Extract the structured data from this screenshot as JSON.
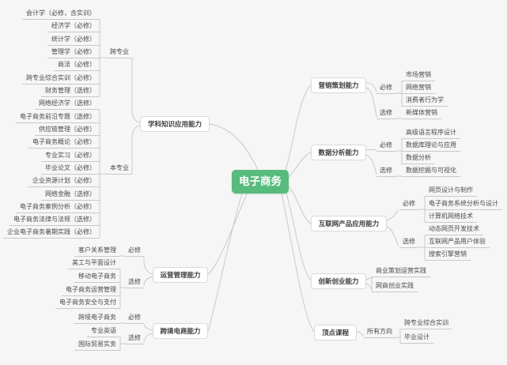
{
  "root": {
    "label": "电子商务"
  },
  "branches": {
    "subject": {
      "label": "学科知识应用能力",
      "groups": [
        {
          "label": "跨专业",
          "courses": [
            "会计学（必修，含实训）",
            "经济学（必修）",
            "统计学（必修）",
            "管理学（必修）",
            "商法（必修）",
            "跨专业综合实训（必修）",
            "财务管理（选修）"
          ]
        },
        {
          "label": "本专业",
          "courses": [
            "网络经济学（选修）",
            "电子商务前沿专题（选修）",
            "供应链管理（必修）",
            "电子商务概论（必修）",
            "专业实习（必修）",
            "毕业论文（必修）",
            "企业资源计划（必修）",
            "网络金融（选修）",
            "电子商务案例分析（必修）",
            "电子商务法律与法规（选修）",
            "企业电子商务暑期实践（必修）"
          ]
        }
      ]
    },
    "marketing": {
      "label": "营销策划能力",
      "groups": [
        {
          "label": "必修",
          "courses": [
            "市场营销",
            "网络营销",
            "消费者行为学"
          ]
        },
        {
          "label": "选修",
          "courses": [
            "新媒体营销"
          ]
        }
      ]
    },
    "data_analysis": {
      "label": "数据分析能力",
      "groups": [
        {
          "label": "必修",
          "courses": [
            "高级语言程序设计",
            "数据库理论与应用",
            "数据分析"
          ]
        },
        {
          "label": "选修",
          "courses": [
            "数据挖掘与可视化"
          ]
        }
      ]
    },
    "internet_product": {
      "label": "互联网产品应用能力",
      "groups": [
        {
          "label": "必修",
          "courses": [
            "网页设计与制作",
            "电子商务系统分析与设计",
            "计算机网络技术"
          ]
        },
        {
          "label": "选修",
          "courses": [
            "动态网页开发技术",
            "互联网产品用户体验",
            "搜索引擎营销"
          ]
        }
      ]
    },
    "innovation": {
      "label": "创新创业能力",
      "courses": [
        "商业策划运营实践",
        "网商创业实践"
      ]
    },
    "operation": {
      "label": "运营管理能力",
      "groups": [
        {
          "label": "必修",
          "courses": [
            "客户关系管理"
          ]
        },
        {
          "label": "选修",
          "courses": [
            "美工与平面设计",
            "移动电子商务",
            "电子商务运营管理",
            "电子商务安全与支付"
          ]
        }
      ]
    },
    "cross_border": {
      "label": "跨境电商能力",
      "groups": [
        {
          "label": "必修",
          "courses": [
            "跨境电子商务"
          ]
        },
        {
          "label": "选修",
          "courses": [
            "专业英语",
            "国际贸易实务"
          ]
        }
      ]
    },
    "capstone": {
      "label": "顶点课程",
      "groups": [
        {
          "label": "所有方向",
          "courses": [
            "跨专业综合实训",
            "毕业设计"
          ]
        }
      ]
    }
  },
  "colors": {
    "center_bg": "#58bb7e",
    "center_text": "#ffffff",
    "line": "#c9c9c9"
  }
}
